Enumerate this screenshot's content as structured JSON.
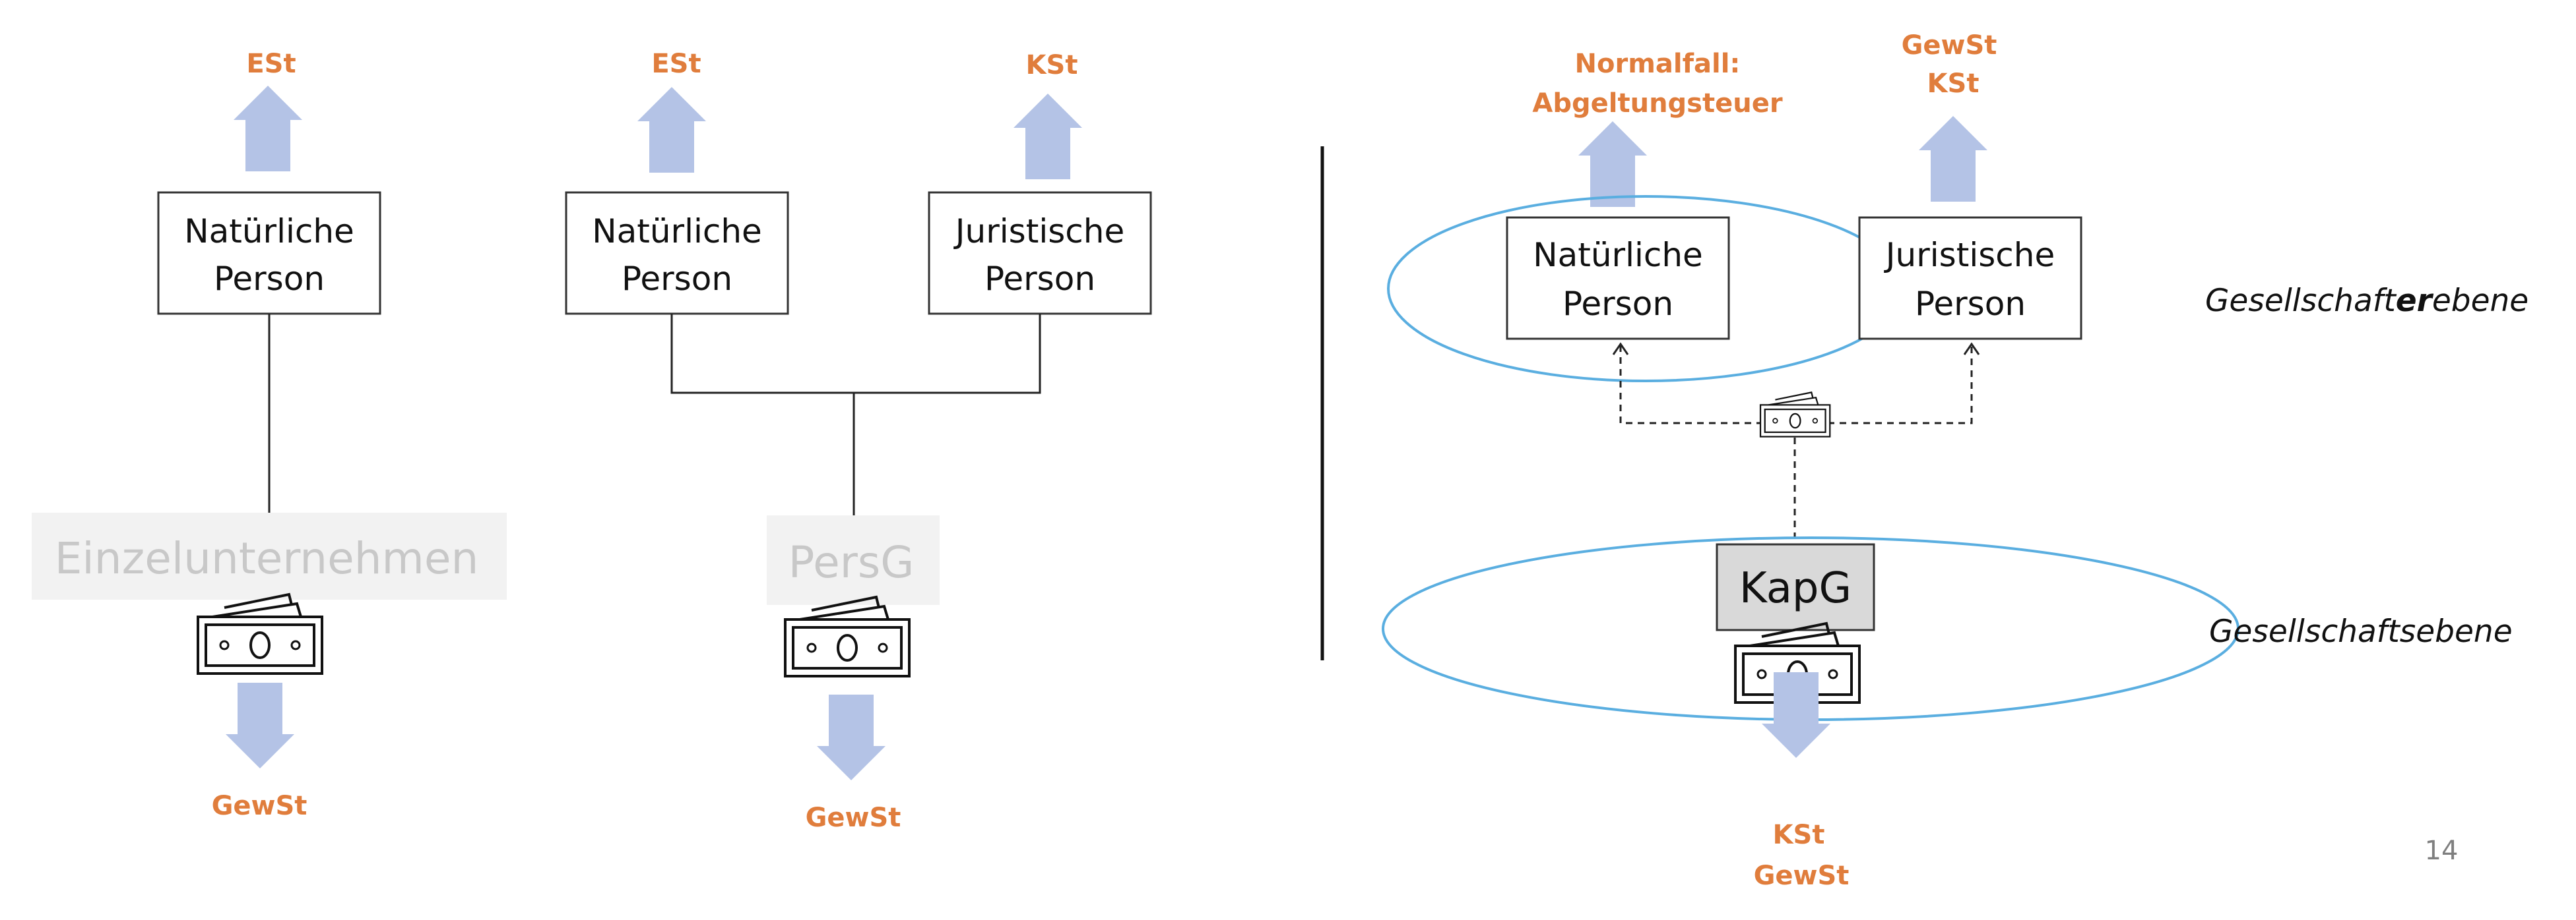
{
  "colors": {
    "tax_label": "#e07d3c",
    "arrow": "#b4c3e6",
    "ellipse": "#5aaee0",
    "faded_text": "#c8c8c8",
    "kapg_fill": "#d9d9d9"
  },
  "left": {
    "tax_top": "ESt",
    "person_line1": "Natürliche",
    "person_line2": "Person",
    "entity": "Einzelunternehmen",
    "tax_bottom": "GewSt"
  },
  "middle": {
    "tax_top_left": "ESt",
    "tax_top_right": "KSt",
    "natural_line1": "Natürliche",
    "natural_line2": "Person",
    "juristic_line1": "Juristische",
    "juristic_line2": "Person",
    "entity": "PersG",
    "tax_bottom": "GewSt"
  },
  "right": {
    "tax_top_left_line1": "Normalfall:",
    "tax_top_left_line2": "Abgeltungsteuer",
    "tax_top_right_line1": "GewSt",
    "tax_top_right_line2": "KSt",
    "natural_line1": "Natürliche",
    "natural_line2": "Person",
    "juristic_line1": "Juristische",
    "juristic_line2": "Person",
    "shareholder_level_pre": "Gesellschaft",
    "shareholder_level_bold": "er",
    "shareholder_level_post": "ebene",
    "entity": "KapG",
    "company_level": "Gesellschaftsebene",
    "tax_bottom_line1": "KSt",
    "tax_bottom_line2": "GewSt"
  },
  "page_number": "14",
  "icons": [
    "arrow-up-icon",
    "arrow-down-icon",
    "money-icon",
    "money-small-icon"
  ]
}
